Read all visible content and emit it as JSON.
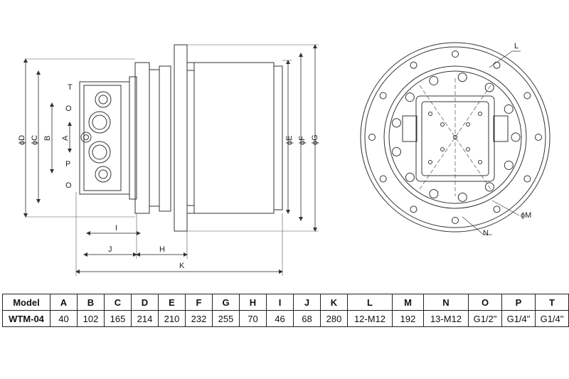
{
  "drawing": {
    "side_labels": {
      "T": "T",
      "O_top": "O",
      "B": "B",
      "A": "A",
      "P": "P",
      "O_bottom": "O",
      "D": "ϕD",
      "C": "ϕC",
      "E": "ϕE",
      "F": "ϕF",
      "G": "ϕG",
      "I": "I",
      "J": "J",
      "H": "H",
      "K": "K"
    },
    "front_labels": {
      "L": "L",
      "M": "ϕM",
      "N": "N"
    }
  },
  "table": {
    "headers": [
      "Model",
      "A",
      "B",
      "C",
      "D",
      "E",
      "F",
      "G",
      "H",
      "I",
      "J",
      "K",
      "L",
      "M",
      "N",
      "O",
      "P",
      "T"
    ],
    "rows": [
      [
        "WTM-04",
        "40",
        "102",
        "165",
        "214",
        "210",
        "232",
        "255",
        "70",
        "46",
        "68",
        "280",
        "12-M12",
        "192",
        "13-M12",
        "G1/2\"",
        "G1/4\"",
        "G1/4\""
      ]
    ]
  }
}
